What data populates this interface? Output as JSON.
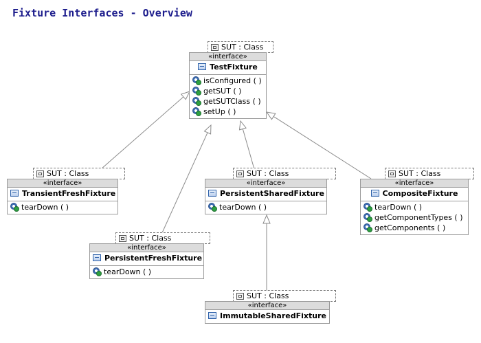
{
  "title": "Fixture Interfaces - Overview",
  "package_label": "SUT : Class",
  "stereotype": "«interface»",
  "nodes": {
    "TestFixture": {
      "name": "TestFixture",
      "ops": [
        "isConfigured ( )",
        "getSUT ( )",
        "getSUTClass ( )",
        "setUp ( )"
      ]
    },
    "TransientFreshFixture": {
      "name": "TransientFreshFixture",
      "ops": [
        "tearDown ( )"
      ]
    },
    "PersistentFreshFixture": {
      "name": "PersistentFreshFixture",
      "ops": [
        "tearDown ( )"
      ]
    },
    "PersistentSharedFixture": {
      "name": "PersistentSharedFixture",
      "ops": [
        "tearDown ( )"
      ]
    },
    "CompositeFixture": {
      "name": "CompositeFixture",
      "ops": [
        "tearDown ( )",
        "getComponentTypes ( )",
        "getComponents ( )"
      ]
    },
    "ImmutableSharedFixture": {
      "name": "ImmutableSharedFixture",
      "ops": []
    }
  },
  "generalizations": [
    {
      "from": "TransientFreshFixture",
      "to": "TestFixture"
    },
    {
      "from": "PersistentFreshFixture",
      "to": "TestFixture"
    },
    {
      "from": "PersistentSharedFixture",
      "to": "TestFixture"
    },
    {
      "from": "CompositeFixture",
      "to": "TestFixture"
    },
    {
      "from": "ImmutableSharedFixture",
      "to": "PersistentSharedFixture"
    }
  ],
  "icons": {
    "class": "interface-class-icon",
    "operation": "operation-gear-icon",
    "package": "package-icon"
  }
}
